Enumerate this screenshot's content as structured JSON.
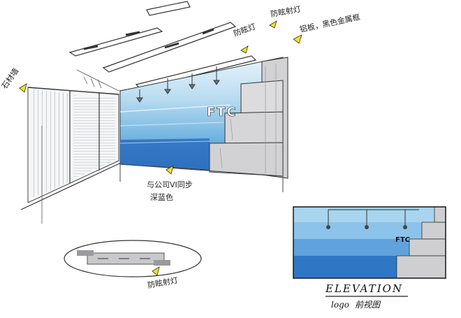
{
  "annotations": {
    "ceiling_light": "防眩灯",
    "panel_material": "铝板，黑色金属框",
    "top_light": "防眩射灯",
    "left_label": "石材墙",
    "vi_color": "与公司VI同步",
    "vi_color_2": "深蓝色",
    "plan_label": "防眩射灯"
  },
  "logo": {
    "text": "FTC",
    "elevation_text": "FTC"
  },
  "elevation": {
    "title": "ELEVATION",
    "subtitle_prefix": "logo",
    "subtitle_cn": "前视图"
  },
  "colors": {
    "blue_light": "#a8d4ee",
    "blue_mid": "#6fb2e0",
    "blue_deep": "#3f86cf",
    "blue_dark": "#2d6fbf",
    "grey_panel": "#cfcfd1",
    "arrow_yellow": "#f2e21a"
  }
}
